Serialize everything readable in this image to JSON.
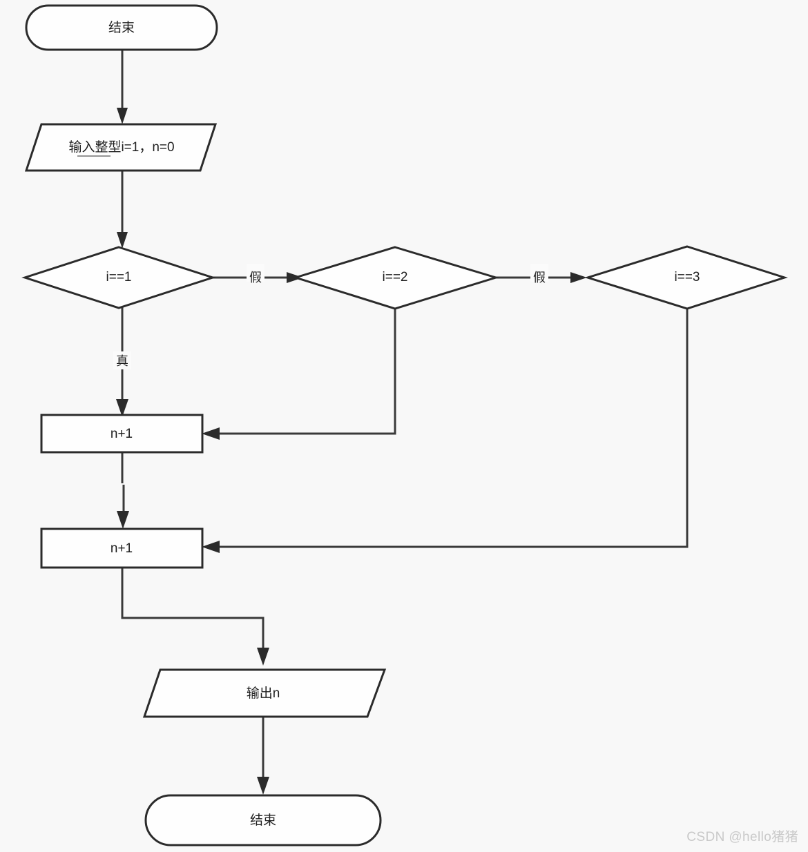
{
  "diagram": {
    "title": "flowchart",
    "background_color": "#f8f8f8",
    "shape_fill": "#fefefe",
    "shape_stroke": "#2b2b2b",
    "connector_stroke": "#3a3a3a",
    "text_color": "#1f1f1f",
    "nodes": [
      {
        "id": "start",
        "type": "terminator",
        "label": "结束"
      },
      {
        "id": "input",
        "type": "input-output",
        "label": "输入整型i=1，n=0"
      },
      {
        "id": "cond1",
        "type": "decision",
        "label": "i==1"
      },
      {
        "id": "cond2",
        "type": "decision",
        "label": "i==2"
      },
      {
        "id": "cond3",
        "type": "decision",
        "label": "i==3"
      },
      {
        "id": "proc1",
        "type": "process",
        "label": "n+1"
      },
      {
        "id": "proc2",
        "type": "process",
        "label": "n+1"
      },
      {
        "id": "output",
        "type": "input-output",
        "label": "输出n"
      },
      {
        "id": "end",
        "type": "terminator",
        "label": "结束"
      }
    ],
    "edges": [
      {
        "from": "start",
        "to": "input",
        "label": ""
      },
      {
        "from": "input",
        "to": "cond1",
        "label": ""
      },
      {
        "from": "cond1",
        "to": "cond2",
        "label": "假"
      },
      {
        "from": "cond1",
        "to": "proc1",
        "label": "真"
      },
      {
        "from": "cond2",
        "to": "cond3",
        "label": "假"
      },
      {
        "from": "cond2",
        "to": "proc1",
        "label": ""
      },
      {
        "from": "cond3",
        "to": "proc2",
        "label": ""
      },
      {
        "from": "proc1",
        "to": "proc2",
        "label": ""
      },
      {
        "from": "proc2",
        "to": "output",
        "label": ""
      },
      {
        "from": "output",
        "to": "end",
        "label": ""
      }
    ]
  },
  "watermark": {
    "text": "CSDN @hello猪猪"
  }
}
